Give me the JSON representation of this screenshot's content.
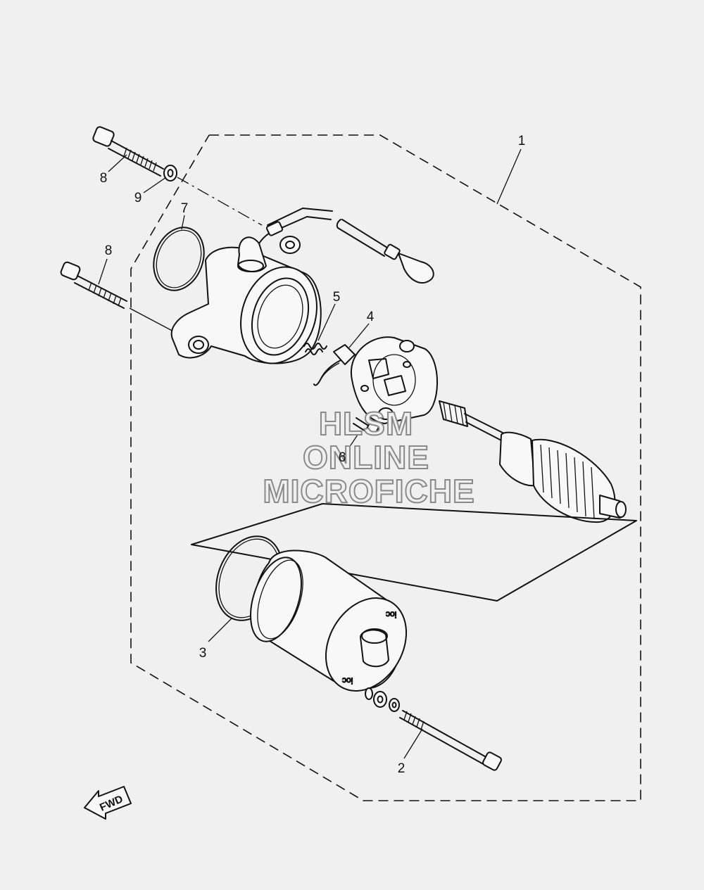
{
  "callouts": {
    "c1": "1",
    "c2": "2",
    "c3": "3",
    "c4": "4",
    "c5": "5",
    "c6": "6",
    "c7": "7",
    "c8a": "8",
    "c8b": "8",
    "c9": "9"
  },
  "watermark": {
    "line1": "HLSM",
    "line2": "ONLINE",
    "line3": "MICROFICHE"
  },
  "fwd_label": "FWD"
}
